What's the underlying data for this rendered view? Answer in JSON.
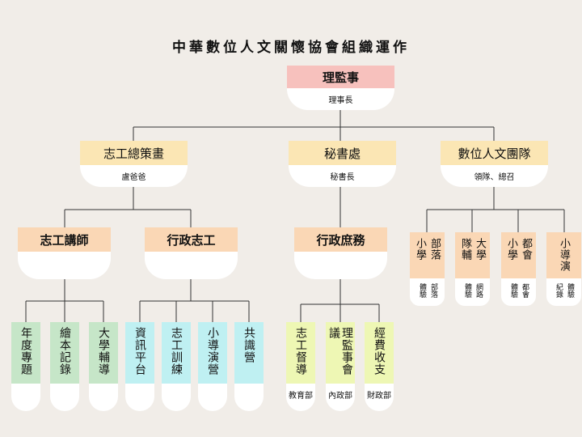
{
  "title": "中華數位人文關懷協會組織運作",
  "board": {
    "name": "理監事",
    "holder": "理事長"
  },
  "departments": [
    {
      "name": "志工總策畫",
      "holder": "盧爸爸"
    },
    {
      "name": "秘書處",
      "holder": "秘書長"
    },
    {
      "name": "數位人文團隊",
      "holder": "領隊、總召"
    }
  ],
  "units": [
    {
      "name": "志工講師",
      "holder": ""
    },
    {
      "name": "行政志工",
      "holder": ""
    },
    {
      "name": "行政庶務",
      "holder": ""
    }
  ],
  "teams": [
    {
      "cols": [
        "部落",
        "小學"
      ],
      "sub": [
        "部落",
        "體驗"
      ]
    },
    {
      "cols": [
        "大學",
        "隊輔"
      ],
      "sub": [
        "網路",
        "體驗"
      ]
    },
    {
      "cols": [
        "都會",
        "小學"
      ],
      "sub": [
        "都會",
        "體驗"
      ]
    },
    {
      "cols": [
        "小導演"
      ],
      "sub": [
        "體驗",
        "紀錄"
      ]
    }
  ],
  "lecturer_tasks": [
    "年度專題",
    "繪本記錄",
    "大學輔導"
  ],
  "admin_tasks": [
    "資訊平台",
    "志工訓練",
    "小導演營",
    "共識營"
  ],
  "affairs_tasks": [
    {
      "name": "志工督導",
      "dept": "教育部"
    },
    {
      "name": "理監事會議",
      "dept": "內政部"
    },
    {
      "name": "經費收支",
      "dept": "財政部"
    }
  ],
  "colors": {
    "background": "#f1ede8",
    "board": "#f7c1bd",
    "department": "#fbe6b4",
    "unit": "#fad7b5",
    "lecturer": "#c6e6c8",
    "admin": "#bff0f2",
    "affairs": "#eef7b4",
    "line": "#333333"
  }
}
